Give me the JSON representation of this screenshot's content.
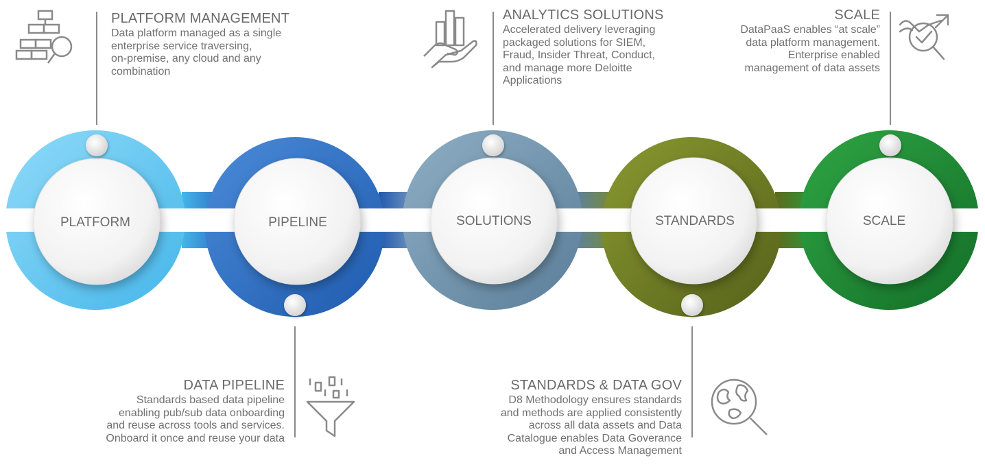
{
  "nodes": [
    {
      "label": "PLATFORM"
    },
    {
      "label": "PIPELINE"
    },
    {
      "label": "SOLUTIONS"
    },
    {
      "label": "STANDARDS"
    },
    {
      "label": "SCALE"
    }
  ],
  "callouts": {
    "platform": {
      "heading": "PLATFORM MANAGEMENT",
      "body": "Data platform managed as a single\nenterprise service traversing,\non-premise, any cloud and any\ncombination",
      "icon": "org-chart-search-icon"
    },
    "analytics": {
      "heading": "ANALYTICS SOLUTIONS",
      "body": "Accelerated delivery leveraging\npackaged solutions for SIEM,\nFraud, Insider Threat, Conduct,\nand manage more Deloitte\nApplications",
      "icon": "hand-bar-chart-icon"
    },
    "scale": {
      "heading": "SCALE",
      "body": "DataPaaS enables “at scale”\ndata platform management.\nEnterprise enabled\nmanagement of data assets",
      "icon": "magnifier-check-trend-icon"
    },
    "pipeline": {
      "heading": "DATA PIPELINE",
      "body": "Standards based data pipeline\nenabling pub/sub data onboarding\nand reuse across tools and services.\nOnboard it once and reuse your data",
      "icon": "binary-funnel-icon"
    },
    "standards": {
      "heading": "STANDARDS & DATA GOV",
      "body": "D8 Methodology ensures standards\nand methods are applied consistently\nacross all data assets and Data\nCatalogue enables Data Goverance\nand Access Management",
      "icon": "globe-magnifier-icon"
    }
  },
  "colors": {
    "platform": "#5bc3ee",
    "pipeline": "#2e6fc4",
    "solutions": "#6e93ad",
    "standards": "#6b7a22",
    "scale": "#208a34",
    "text": "#707070",
    "icon": "#8a8a8a"
  }
}
